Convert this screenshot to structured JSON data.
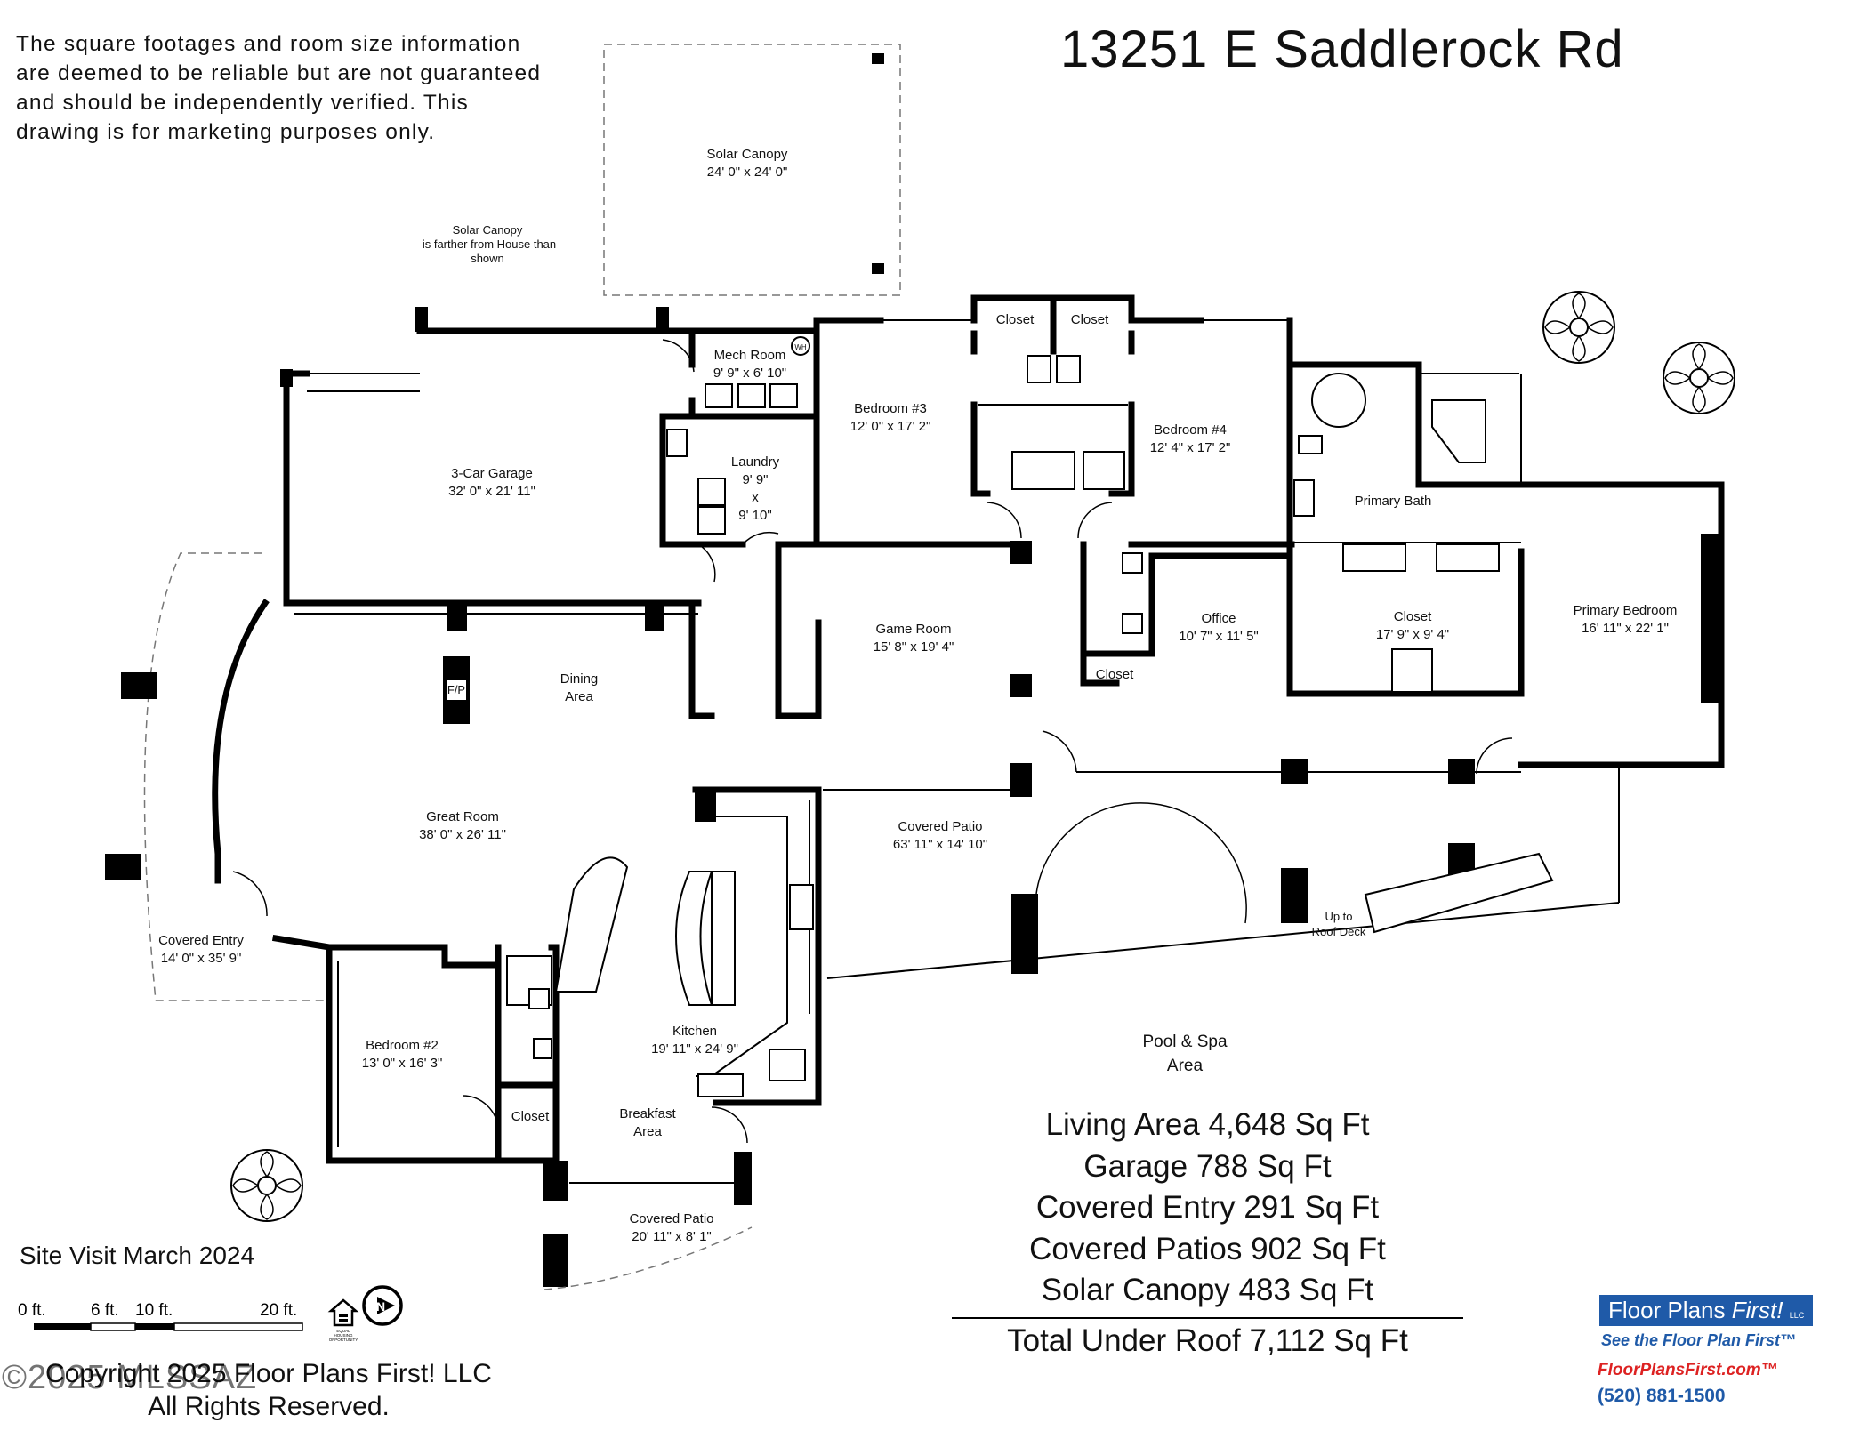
{
  "header": {
    "address": "13251 E Saddlerock Rd",
    "disclaimer": "The square footages and room size information\nare deemed to be reliable but are not guaranteed\nand should be independently verified. This\ndrawing is for marketing purposes only."
  },
  "rooms": {
    "solar_canopy": {
      "name": "Solar Canopy",
      "size": "24' 0\" x 24' 0\""
    },
    "solar_note": [
      "Solar Canopy",
      "is farther from House than",
      "shown"
    ],
    "garage": {
      "name": "3-Car Garage",
      "size": "32' 0\" x 21' 11\""
    },
    "mech_room": {
      "name": "Mech Room",
      "size": "9' 9\" x 6' 10\"",
      "wh": "WH"
    },
    "laundry": {
      "name": "Laundry",
      "size_lines": [
        "9' 9\"",
        "x",
        "9' 10\""
      ]
    },
    "bedroom3": {
      "name": "Bedroom #3",
      "size": "12' 0\" x 17' 2\""
    },
    "closet_a": "Closet",
    "closet_b": "Closet",
    "bedroom4": {
      "name": "Bedroom #4",
      "size": "12' 4\" x 17' 2\""
    },
    "primary_bath": {
      "name": "Primary Bath"
    },
    "primary_closet": {
      "name": "Closet",
      "size": "17' 9\" x 9' 4\""
    },
    "primary_bedroom": {
      "name": "Primary Bedroom",
      "size": "16' 11\" x 22' 1\""
    },
    "office": {
      "name": "Office",
      "size": "10' 7\" x 11' 5\""
    },
    "office_closet": "Closet",
    "game_room": {
      "name": "Game Room",
      "size": "15' 8\" x 19' 4\""
    },
    "dining": {
      "name_lines": [
        "Dining",
        "Area"
      ]
    },
    "fireplace": "F/P",
    "great_room": {
      "name": "Great Room",
      "size": "38' 0\" x 26' 11\""
    },
    "covered_patio_main": {
      "name": "Covered Patio",
      "size": "63' 11\" x 14' 10\""
    },
    "covered_entry": {
      "name": "Covered Entry",
      "size": "14' 0\" x 35' 9\""
    },
    "bedroom2": {
      "name": "Bedroom #2",
      "size": "13' 0\" x 16' 3\""
    },
    "bedroom2_closet": "Closet",
    "kitchen": {
      "name": "Kitchen",
      "size": "19' 11\" x 24' 9\""
    },
    "breakfast": {
      "name_lines": [
        "Breakfast",
        "Area"
      ]
    },
    "covered_patio_small": {
      "name": "Covered Patio",
      "size": "20' 11\" x 8' 1\""
    },
    "pool": {
      "name_lines": [
        "Pool & Spa",
        "Area"
      ]
    },
    "roof_deck": {
      "name_lines": [
        "Up to",
        "Roof Deck"
      ]
    }
  },
  "summary": {
    "lines": [
      "Living Area 4,648 Sq Ft",
      "Garage 788 Sq Ft",
      "Covered Entry 291 Sq Ft",
      "Covered Patios 902 Sq Ft",
      "Solar Canopy 483 Sq Ft"
    ],
    "total": "Total Under Roof 7,112 Sq Ft"
  },
  "site_visit": "Site Visit March 2024",
  "scale": {
    "labels": [
      "0 ft.",
      "6 ft.",
      "10 ft.",
      "20 ft."
    ]
  },
  "equal_housing": [
    "EQUAL",
    "HOUSING",
    "OPPORTUNITY"
  ],
  "north": "N",
  "copyright": [
    "Copyright 2025 Floor Plans First! LLC",
    "All Rights Reserved."
  ],
  "watermark": "©2025 MLSSAZ",
  "logo": {
    "brand": "Floor Plans",
    "brand_accent": "First!",
    "llc": "LLC",
    "tagline": "See the Floor Plan First",
    "tm": "™",
    "website": "FloorPlansFirst.com",
    "phone": "(520) 881-1500"
  },
  "colors": {
    "brand_blue": "#1f5aa8",
    "brand_red": "#d22222",
    "wall": "#000000"
  },
  "icons": [
    "tree-icon",
    "north-arrow-icon",
    "equal-housing-icon"
  ]
}
